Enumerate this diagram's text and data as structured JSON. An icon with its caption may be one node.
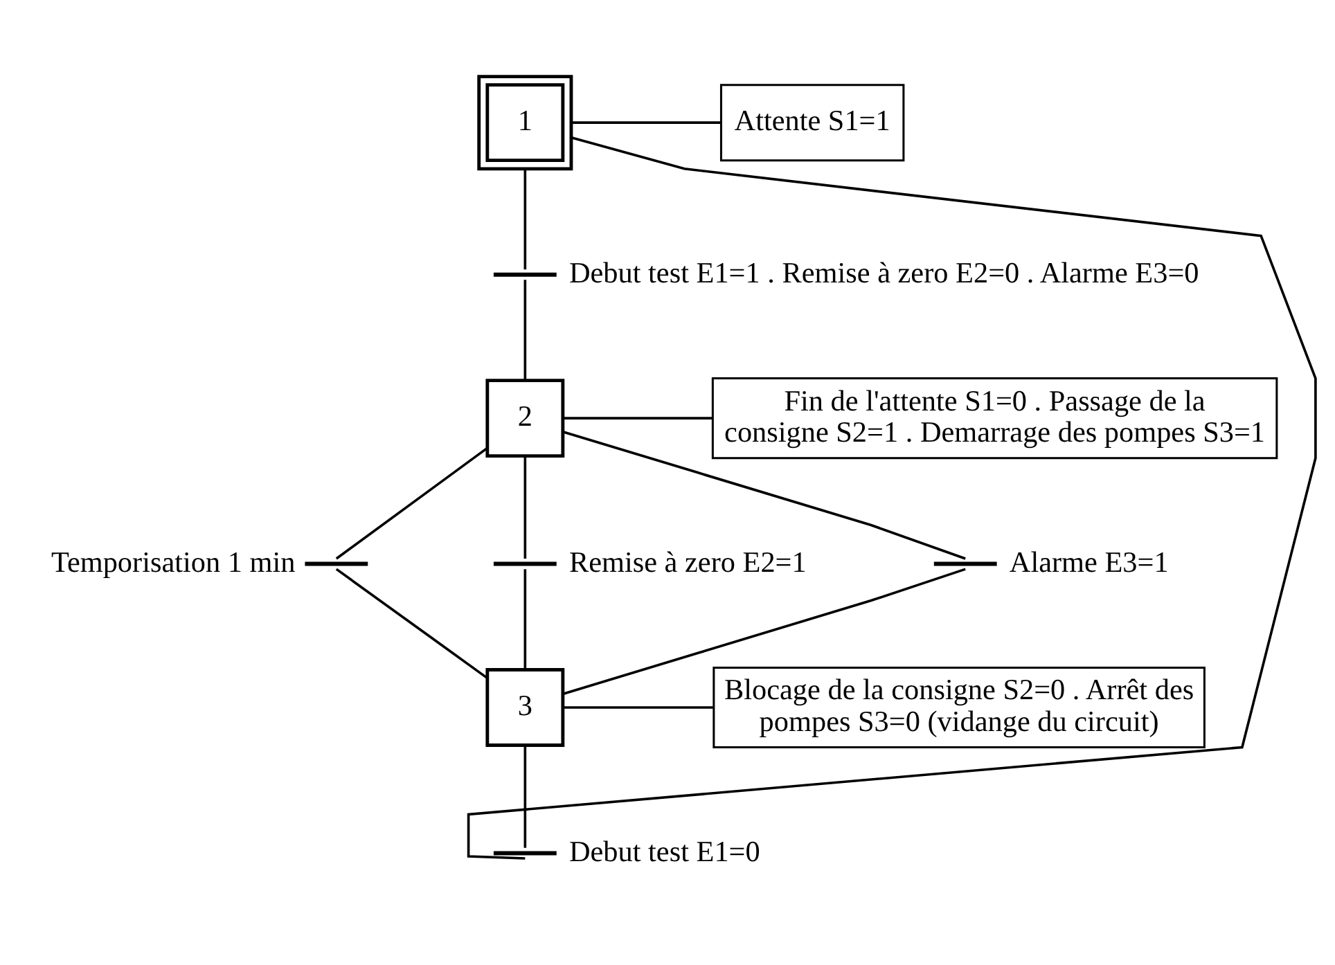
{
  "diagram": {
    "nodes": [
      {
        "text": [
          "1"
        ]
      },
      {
        "text": [
          "Attente S1=1"
        ]
      },
      {
        "text": [],
        "shape": "bar",
        "beside": [
          "Debut test E1=1 . Remise à zero E2=0 . Alarme E3=0"
        ]
      },
      {
        "text": [
          "2"
        ]
      },
      {
        "text": [
          "Fin de l'attente S1=0 . Passage de la consigne S2=1 . Demarrage des pompes S3=1"
        ]
      },
      {
        "text": [],
        "shape": "bar",
        "beside": [
          "Temporisation 1 min"
        ]
      },
      {
        "text": [],
        "shape": "bar",
        "beside": [
          "Remise à zero E2=1"
        ]
      },
      {
        "text": [],
        "shape": "bar",
        "beside": [
          "Alarme E3=1"
        ]
      },
      {
        "text": [
          "3"
        ]
      },
      {
        "text": [
          "Blocage de la consigne S2=0 . Arrêt des pompes S3=0 (vidange du circuit)"
        ]
      },
      {
        "text": [],
        "shape": "bar",
        "beside": [
          "Debut test E1=0"
        ]
      }
    ],
    "edges": [
      {
        "from": 0,
        "to": 1,
        "arrow": "none"
      },
      {
        "from": 0,
        "to": 2,
        "arrow": "none"
      },
      {
        "from": 2,
        "to": 3,
        "arrow": "none"
      },
      {
        "from": 3,
        "to": 4,
        "arrow": "none"
      },
      {
        "from": 3,
        "to": 5,
        "arrow": "none"
      },
      {
        "from": 3,
        "to": 6,
        "arrow": "none"
      },
      {
        "from": 3,
        "to": 7,
        "arrow": "none"
      },
      {
        "from": 5,
        "to": 8,
        "arrow": "none"
      },
      {
        "from": 6,
        "to": 8,
        "arrow": "none"
      },
      {
        "from": 7,
        "to": 8,
        "arrow": "none"
      },
      {
        "from": 8,
        "to": 9,
        "arrow": "none"
      },
      {
        "from": 8,
        "to": 10,
        "arrow": "none"
      },
      {
        "from": 10,
        "to": 0,
        "arrow": "none"
      }
    ]
  }
}
